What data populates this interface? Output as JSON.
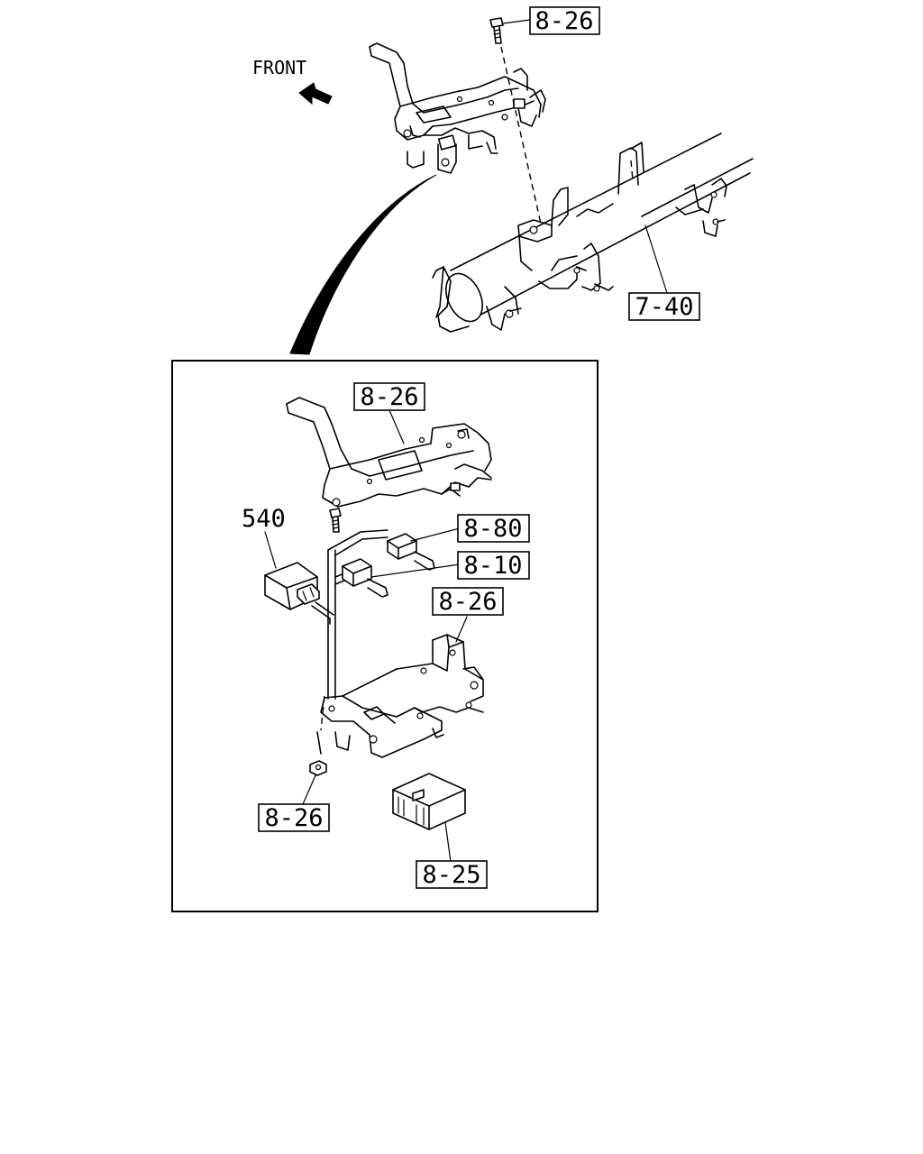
{
  "direction_label": "FRONT",
  "callouts": {
    "top_bolt": "8-26",
    "crossmember": "7-40",
    "bracket_upper": "8-26",
    "control_unit": "540",
    "connector_a": "8-80",
    "connector_b": "8-10",
    "bracket_lower": "8-26",
    "nut": "8-26",
    "relay": "8-25"
  }
}
